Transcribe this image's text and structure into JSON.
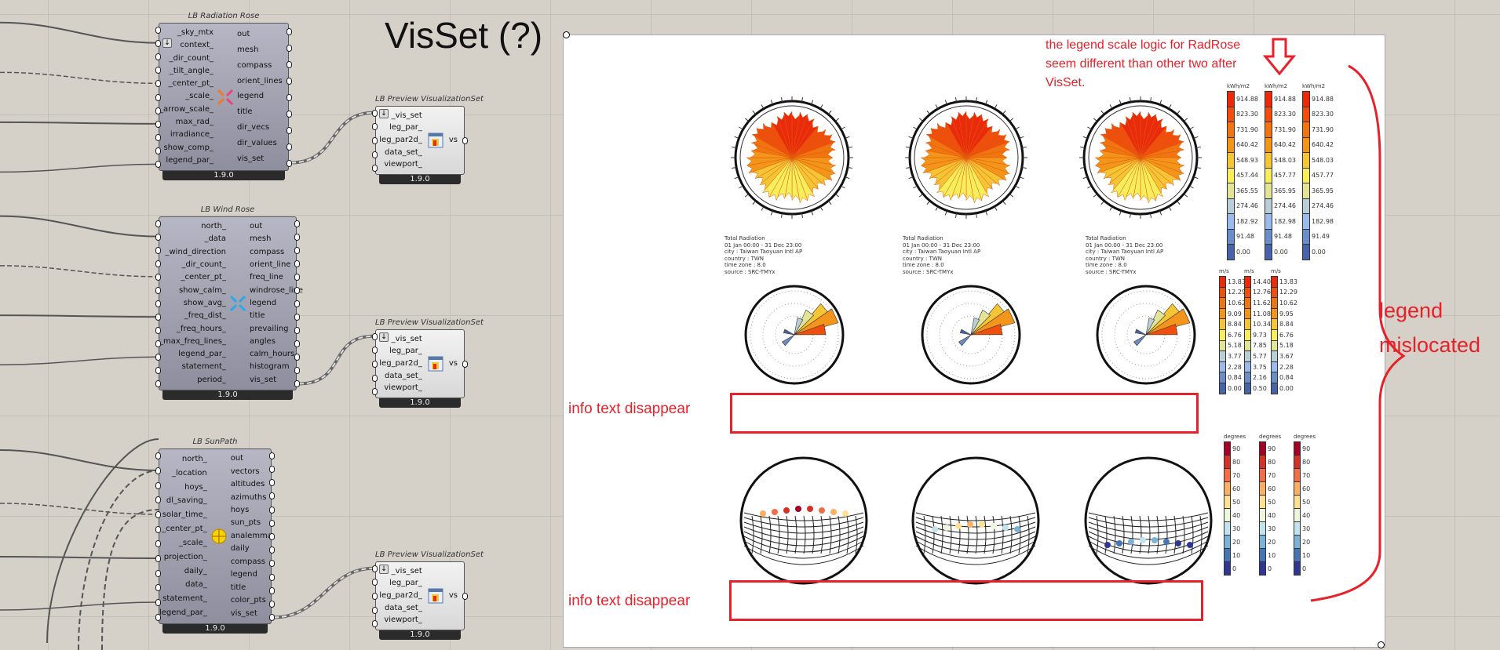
{
  "canvas_title": "VisSet (?)",
  "nodes": [
    {
      "title": "LB Radiation Rose",
      "version": "1.9.0",
      "icon": "radiation-rose-icon",
      "icon_color": "#e8457a",
      "inputs": [
        "_sky_mtx",
        "context_",
        "_dir_count_",
        "_tilt_angle_",
        "_center_pt_",
        "_scale_",
        "_arrow_scale_",
        "max_rad_",
        "irradiance_",
        "show_comp_",
        "legend_par_"
      ],
      "outputs": [
        "out",
        "mesh",
        "compass",
        "orient_lines",
        "legend",
        "title",
        "dir_vecs",
        "dir_values",
        "vis_set"
      ]
    },
    {
      "title": "LB Wind Rose",
      "version": "1.9.0",
      "icon": "wind-rose-icon",
      "icon_color": "#2aa8e8",
      "inputs": [
        "north_",
        "_data",
        "_wind_direction",
        "_dir_count_",
        "_center_pt_",
        "show_calm_",
        "show_avg_",
        "_freq_dist_",
        "_freq_hours_",
        "_max_freq_lines_",
        "legend_par_",
        "statement_",
        "period_"
      ],
      "outputs": [
        "out",
        "mesh",
        "compass",
        "orient_line",
        "freq_line",
        "windrose_line",
        "legend",
        "title",
        "prevailing",
        "angles",
        "calm_hours",
        "histogram",
        "vis_set"
      ]
    },
    {
      "title": "LB SunPath",
      "version": "1.9.0",
      "icon": "sunpath-icon",
      "icon_color": "#f2d600",
      "inputs": [
        "north_",
        "_location",
        "hoys_",
        "dl_saving_",
        "solar_time_",
        "_center_pt_",
        "_scale_",
        "projection_",
        "daily_",
        "data_",
        "statement_",
        "legend_par_"
      ],
      "outputs": [
        "out",
        "vectors",
        "altitudes",
        "azimuths",
        "hoys",
        "sun_pts",
        "analemma",
        "daily",
        "compass",
        "legend",
        "title",
        "color_pts",
        "vis_set"
      ]
    }
  ],
  "previews": [
    {
      "title": "LB Preview VisualizationSet",
      "version": "1.9.0",
      "inputs": [
        "_vis_set",
        "leg_par_",
        "leg_par2d_",
        "data_set_",
        "viewport_"
      ],
      "output": "vs"
    },
    {
      "title": "LB Preview VisualizationSet",
      "version": "1.9.0",
      "inputs": [
        "_vis_set",
        "leg_par_",
        "leg_par2d_",
        "data_set_",
        "viewport_"
      ],
      "output": "vs"
    },
    {
      "title": "LB Preview VisualizationSet",
      "version": "1.9.0",
      "inputs": [
        "_vis_set",
        "leg_par_",
        "leg_par2d_",
        "data_set_",
        "viewport_"
      ],
      "output": "vs"
    }
  ],
  "info_text": [
    "Total Radiation\n01 Jan 00:00 - 31 Dec 23:00\ncity : Taiwan Taoyuan Intl AP\ncountry : TWN\ntime zone : 8.0\nsource : SRC-TMYx",
    "Total Radiation\n01 Jan 00:00 - 31 Dec 23:00\ncity : Taiwan Taoyuan Intl AP\ncountry : TWN\ntime zone : 8.0\nsource : SRC-TMYx",
    "Total Radiation\n01 Jan 00:00 - 31 Dec 23:00\ncity : Taiwan Taoyuan Intl AP\ncountry : TWN\ntime zone : 8.0\nsource : SRC-TMYx"
  ],
  "legends": {
    "radiation": {
      "colors": [
        "#e92a0b",
        "#ee4f0c",
        "#f07510",
        "#f2951a",
        "#f5c535",
        "#f8ee5c",
        "#e2e596",
        "#b8cfd8",
        "#9bbbec",
        "#6a8ec8",
        "#4764a8"
      ],
      "sets": [
        {
          "title": "kWh/m2",
          "labels": [
            "914.88",
            "823.30",
            "731.90",
            "640.42",
            "548.93",
            "457.44",
            "365.55",
            "274.46",
            "182.92",
            "91.48",
            "0.00"
          ]
        },
        {
          "title": "kWh/m2",
          "labels": [
            "914.88",
            "823.30",
            "731.90",
            "640.42",
            "548.03",
            "457.77",
            "365.95",
            "274.46",
            "182.98",
            "91.48",
            "0.00"
          ]
        },
        {
          "title": "kWh/m2",
          "labels": [
            "914.88",
            "823.30",
            "731.90",
            "640.42",
            "548.03",
            "457.77",
            "365.95",
            "274.46",
            "182.98",
            "91.49",
            "0.00"
          ]
        }
      ]
    },
    "wind": {
      "colors": [
        "#e92a0b",
        "#ee4f0c",
        "#f07510",
        "#f2951a",
        "#f5c535",
        "#f8ee5c",
        "#e2e596",
        "#b8cfd8",
        "#9bbbec",
        "#6a8ec8",
        "#4764a8"
      ],
      "sets": [
        {
          "title": "m/s",
          "labels": [
            "13.83",
            "12.29",
            "10.62",
            "9.09",
            "8.84",
            "6.76",
            "5.18",
            "3.77",
            "2.28",
            "0.84",
            "0.00"
          ]
        },
        {
          "title": "m/s",
          "labels": [
            "14.40",
            "12.76",
            "11.62",
            "11.08",
            "10.34",
            "9.73",
            "7.85",
            "5.77",
            "3.75",
            "2.16",
            "0.50"
          ]
        },
        {
          "title": "m/s",
          "labels": [
            "13.83",
            "12.29",
            "10.62",
            "9.95",
            "8.84",
            "6.76",
            "5.18",
            "3.67",
            "2.28",
            "0.84",
            "0.00"
          ]
        }
      ]
    },
    "sunpath": {
      "colors": [
        "#a50026",
        "#d73027",
        "#f46d43",
        "#fdae61",
        "#fee090",
        "#eef6dc",
        "#c2e2ed",
        "#79b4d8",
        "#4575b4",
        "#313695"
      ],
      "sets": [
        {
          "title": "degrees",
          "labels": [
            "90",
            "80",
            "70",
            "60",
            "50",
            "40",
            "30",
            "20",
            "10",
            "0"
          ]
        },
        {
          "title": "degrees",
          "labels": [
            "90",
            "80",
            "70",
            "60",
            "50",
            "40",
            "30",
            "20",
            "10",
            "0"
          ]
        },
        {
          "title": "degrees",
          "labels": [
            "90",
            "80",
            "70",
            "60",
            "50",
            "40",
            "30",
            "20",
            "10",
            "0"
          ]
        }
      ]
    }
  },
  "annotations": {
    "legend_scale_note": [
      "the legend scale logic for RadRose",
      "seem different than other two after",
      "VisSet."
    ],
    "info_missing_1": "info text disappear",
    "info_missing_2": "info text disappear",
    "legend_mislocated": [
      "legend",
      "mislocated"
    ],
    "accent_color": "#e8202a"
  }
}
